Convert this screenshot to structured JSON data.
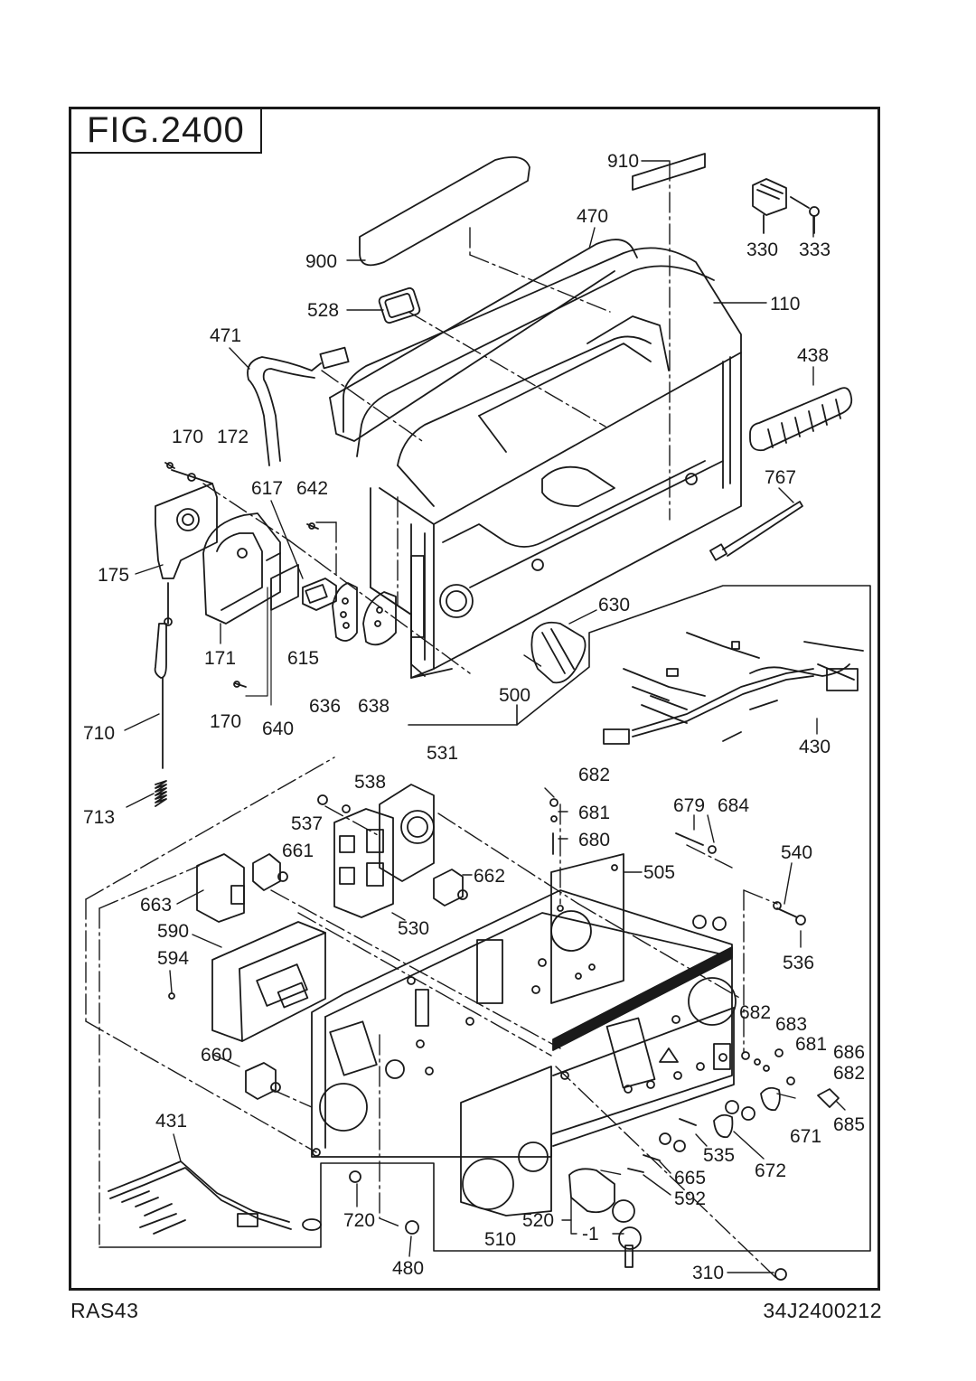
{
  "figure_title": "FIG.2400",
  "model": "RAS43",
  "document_code": "34J2400212",
  "callouts": [
    {
      "id": "c910",
      "label": "910"
    },
    {
      "id": "c470",
      "label": "470"
    },
    {
      "id": "c330",
      "label": "330"
    },
    {
      "id": "c333",
      "label": "333"
    },
    {
      "id": "c900",
      "label": "900"
    },
    {
      "id": "c528",
      "label": "528"
    },
    {
      "id": "c110",
      "label": "110"
    },
    {
      "id": "c471",
      "label": "471"
    },
    {
      "id": "c438",
      "label": "438"
    },
    {
      "id": "c170a",
      "label": "170"
    },
    {
      "id": "c172",
      "label": "172"
    },
    {
      "id": "c617",
      "label": "617"
    },
    {
      "id": "c642",
      "label": "642"
    },
    {
      "id": "c767",
      "label": "767"
    },
    {
      "id": "c175",
      "label": "175"
    },
    {
      "id": "c630",
      "label": "630"
    },
    {
      "id": "c171",
      "label": "171"
    },
    {
      "id": "c615",
      "label": "615"
    },
    {
      "id": "c636",
      "label": "636"
    },
    {
      "id": "c638",
      "label": "638"
    },
    {
      "id": "c170b",
      "label": "170"
    },
    {
      "id": "c640",
      "label": "640"
    },
    {
      "id": "c500",
      "label": "500"
    },
    {
      "id": "c710",
      "label": "710"
    },
    {
      "id": "c430",
      "label": "430"
    },
    {
      "id": "c531",
      "label": "531"
    },
    {
      "id": "c682a",
      "label": "682"
    },
    {
      "id": "c538",
      "label": "538"
    },
    {
      "id": "c681a",
      "label": "681"
    },
    {
      "id": "c679",
      "label": "679"
    },
    {
      "id": "c684",
      "label": "684"
    },
    {
      "id": "c713",
      "label": "713"
    },
    {
      "id": "c537",
      "label": "537"
    },
    {
      "id": "c680",
      "label": "680"
    },
    {
      "id": "c661",
      "label": "661"
    },
    {
      "id": "c540",
      "label": "540"
    },
    {
      "id": "c505",
      "label": "505"
    },
    {
      "id": "c662",
      "label": "662"
    },
    {
      "id": "c663",
      "label": "663"
    },
    {
      "id": "c530",
      "label": "530"
    },
    {
      "id": "c590",
      "label": "590"
    },
    {
      "id": "c536",
      "label": "536"
    },
    {
      "id": "c594",
      "label": "594"
    },
    {
      "id": "c682b",
      "label": "682"
    },
    {
      "id": "c683",
      "label": "683"
    },
    {
      "id": "c681b",
      "label": "681"
    },
    {
      "id": "c686",
      "label": "686"
    },
    {
      "id": "c660",
      "label": "660"
    },
    {
      "id": "c682c",
      "label": "682"
    },
    {
      "id": "c685",
      "label": "685"
    },
    {
      "id": "c671",
      "label": "671"
    },
    {
      "id": "c431",
      "label": "431"
    },
    {
      "id": "c535",
      "label": "535"
    },
    {
      "id": "c672",
      "label": "672"
    },
    {
      "id": "c665",
      "label": "665"
    },
    {
      "id": "c592",
      "label": "592"
    },
    {
      "id": "c720",
      "label": "720"
    },
    {
      "id": "c520",
      "label": "520"
    },
    {
      "id": "c1",
      "label": "-1"
    },
    {
      "id": "c510",
      "label": "510"
    },
    {
      "id": "c480",
      "label": "480"
    },
    {
      "id": "c310",
      "label": "310"
    }
  ]
}
